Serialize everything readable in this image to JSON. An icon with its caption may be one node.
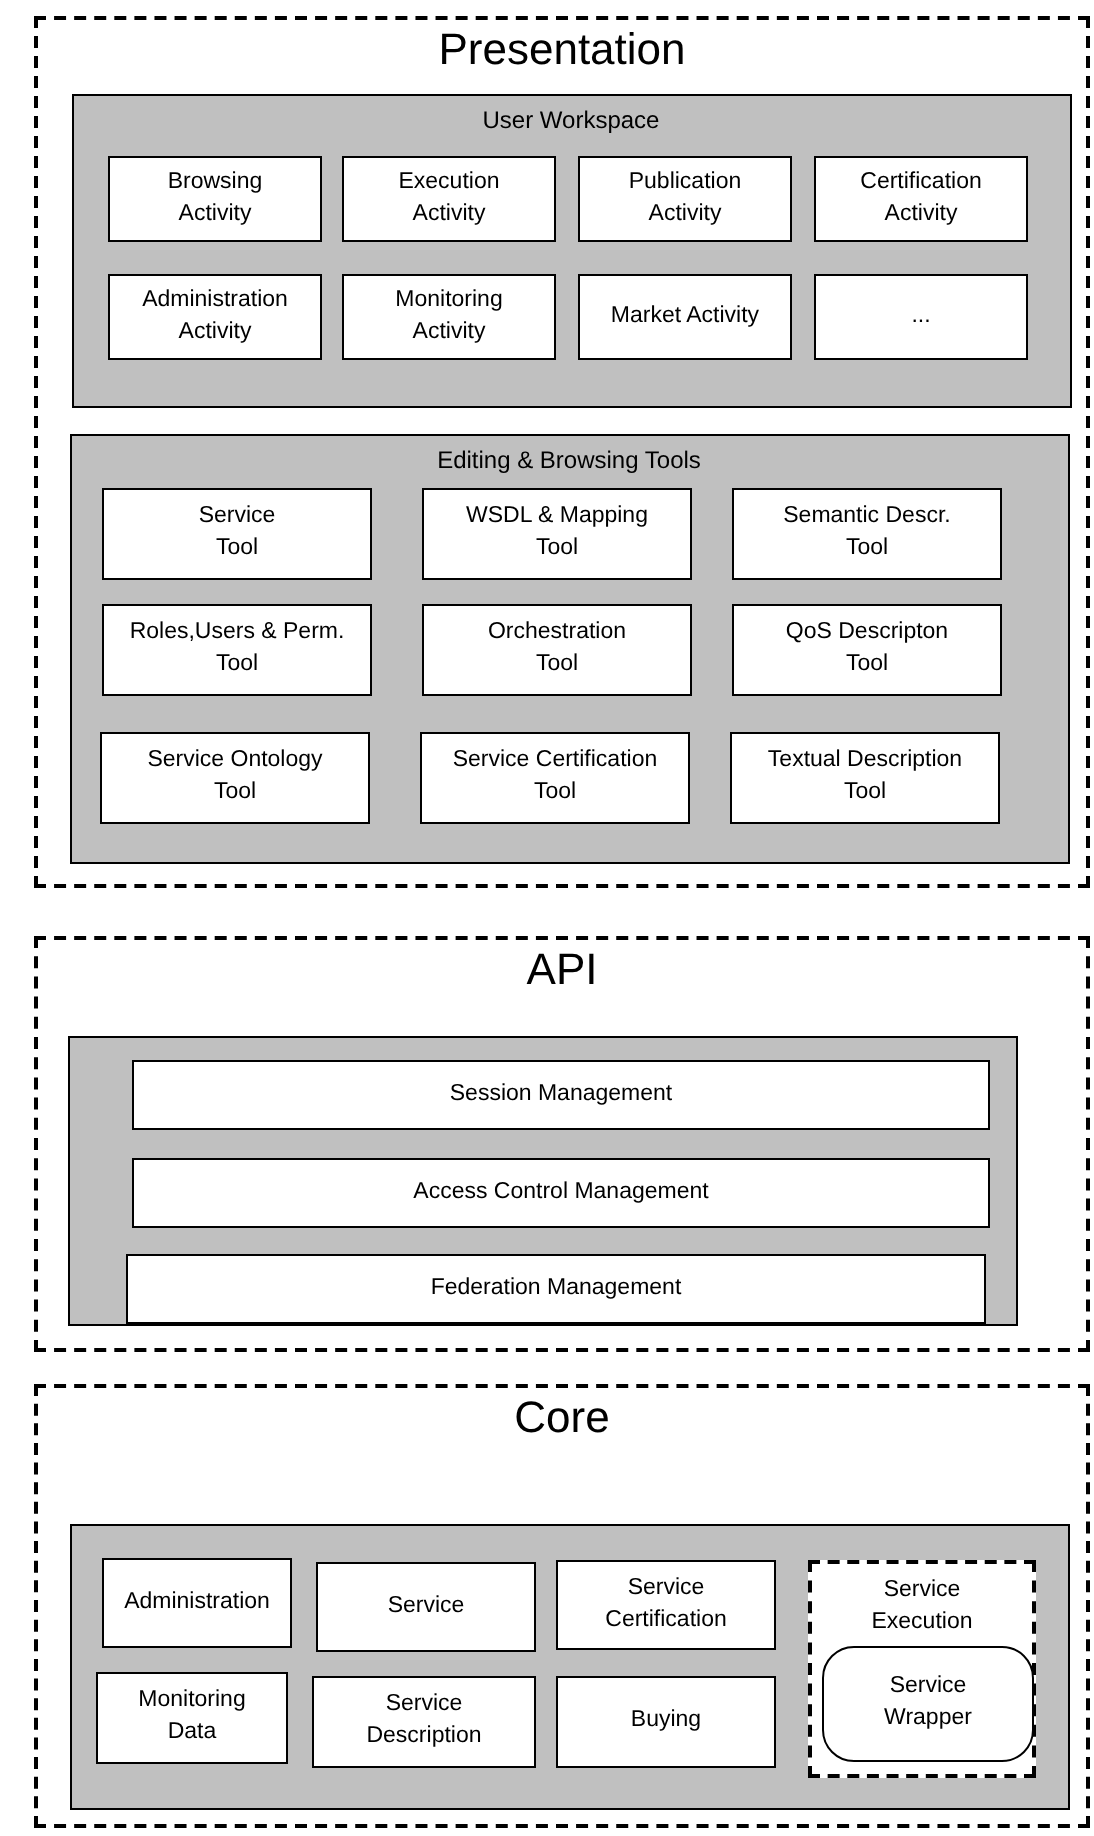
{
  "diagram": {
    "nodes": [
      {
        "text": [
          "Presentation"
        ]
      },
      {
        "text": [
          "User Workspace"
        ],
        "in": 0
      },
      {
        "text": [
          "Browsing Activity"
        ],
        "in": 1
      },
      {
        "text": [
          "Execution Activity"
        ],
        "in": 1
      },
      {
        "text": [
          "Publication Activity"
        ],
        "in": 1
      },
      {
        "text": [
          "Certification Activity"
        ],
        "in": 1
      },
      {
        "text": [
          "Administration Activity"
        ],
        "in": 1
      },
      {
        "text": [
          "Monitoring Activity"
        ],
        "in": 1
      },
      {
        "text": [
          "Market Activity"
        ],
        "in": 1
      },
      {
        "text": [
          "..."
        ],
        "in": 1
      },
      {
        "text": [
          "Editing & Browsing Tools"
        ],
        "in": 0
      },
      {
        "text": [
          "Service Tool"
        ],
        "in": 10
      },
      {
        "text": [
          "WSDL & Mapping Tool"
        ],
        "in": 10
      },
      {
        "text": [
          "Semantic Descr. Tool"
        ],
        "in": 10
      },
      {
        "text": [
          "Roles,Users & Perm. Tool"
        ],
        "in": 10
      },
      {
        "text": [
          "Orchestration Tool"
        ],
        "in": 10
      },
      {
        "text": [
          "QoS Descripton Tool"
        ],
        "in": 10
      },
      {
        "text": [
          "Service Ontology Tool"
        ],
        "in": 10
      },
      {
        "text": [
          "Service Certification Tool"
        ],
        "in": 10
      },
      {
        "text": [
          "Textual Description Tool"
        ],
        "in": 10
      },
      {
        "text": [
          "API"
        ]
      },
      {
        "text": [],
        "shape": "box",
        "in": 20
      },
      {
        "text": [
          "Session Management"
        ],
        "in": 21
      },
      {
        "text": [
          "Access Control Management"
        ],
        "in": 21
      },
      {
        "text": [
          "Federation Management"
        ],
        "in": 21
      },
      {
        "text": [
          "Core"
        ]
      },
      {
        "text": [],
        "shape": "box",
        "in": 25
      },
      {
        "text": [
          "Administration"
        ],
        "in": 26
      },
      {
        "text": [
          "Service"
        ],
        "in": 26
      },
      {
        "text": [
          "Service Certification"
        ],
        "in": 26
      },
      {
        "text": [
          "Service Execution"
        ],
        "in": 26
      },
      {
        "text": [
          "Service Wrapper"
        ],
        "in": 30
      },
      {
        "text": [
          "Monitoring Data"
        ],
        "in": 26
      },
      {
        "text": [
          "Service Description"
        ],
        "in": 26
      },
      {
        "text": [
          "Buying"
        ],
        "in": 26
      }
    ],
    "edges": []
  }
}
